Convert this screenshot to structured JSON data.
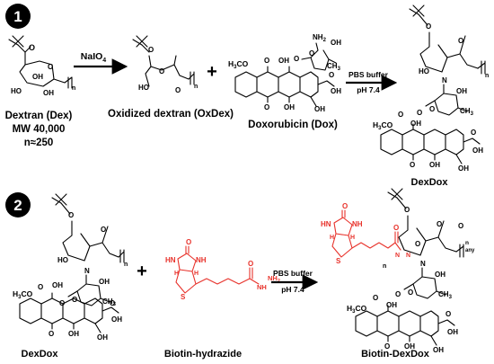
{
  "steps": {
    "one": "1",
    "two": "2"
  },
  "reaction1": {
    "reagent": "NaIO",
    "reagent_sub": "4",
    "conditions_top": "PBS buffer",
    "conditions_bottom": "pH 7.4",
    "plus": "+",
    "dextran": {
      "name": "Dextran (Dex)",
      "mw": "MW 40,000",
      "n": "n≈250"
    },
    "oxdex": {
      "name": "Oxidized dextran (OxDex)"
    },
    "dox": {
      "name": "Doxorubicin  (Dox)"
    },
    "product": {
      "name": "DexDox"
    }
  },
  "reaction2": {
    "conditions_top": "PBS buffer",
    "conditions_bottom": "pH 7.4",
    "plus": "+",
    "reactant": {
      "name": "DexDox"
    },
    "biotin": {
      "name": "Biotin-hydrazide"
    },
    "product": {
      "name": "Biotin-DexDox"
    }
  },
  "atoms": {
    "OH": "OH",
    "HO": "HO",
    "O": "O",
    "OO": "O",
    "N": "N",
    "NH2": "NH",
    "NH2_sub": "2",
    "CH3": "CH",
    "CH3_sub": "3",
    "H3CO": "H",
    "H3CO_sub": "3",
    "H3CO_tail": "CO",
    "S": "S",
    "H": "H",
    "HN": "HN",
    "NH": "NH",
    "HNNH2": "H",
    "NN": "N",
    "n": "n",
    "nnn": "n",
    "any": "any"
  },
  "colors": {
    "biotin": "#e8322b",
    "ink": "#000000",
    "badge": "#000000"
  }
}
